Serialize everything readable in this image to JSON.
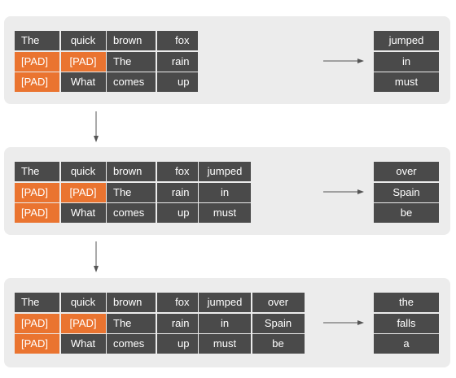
{
  "stages": [
    {
      "input_rows": [
        [
          "The",
          "quick",
          "brown",
          "fox"
        ],
        [
          "[PAD]",
          "[PAD]",
          "The",
          "rain"
        ],
        [
          "[PAD]",
          "What",
          "comes",
          "up"
        ]
      ],
      "outputs": [
        "jumped",
        "in",
        "must"
      ]
    },
    {
      "input_rows": [
        [
          "The",
          "quick",
          "brown",
          "fox",
          "jumped"
        ],
        [
          "[PAD]",
          "[PAD]",
          "The",
          "rain",
          "in"
        ],
        [
          "[PAD]",
          "What",
          "comes",
          "up",
          "must"
        ]
      ],
      "outputs": [
        "over",
        "Spain",
        "be"
      ]
    },
    {
      "input_rows": [
        [
          "The",
          "quick",
          "brown",
          "fox",
          "jumped",
          "over"
        ],
        [
          "[PAD]",
          "[PAD]",
          "The",
          "rain",
          "in",
          "Spain"
        ],
        [
          "[PAD]",
          "What",
          "comes",
          "up",
          "must",
          "be"
        ]
      ],
      "outputs": [
        "the",
        "falls",
        "a"
      ]
    }
  ],
  "colors": {
    "token_cell": "#4a4a4a",
    "pad_cell": "#ea7430",
    "panel_bg": "#ececec",
    "arrow": "#555555"
  },
  "icons": {
    "step_arrow": "arrow-right-icon",
    "stage_arrow": "arrow-down-icon"
  }
}
